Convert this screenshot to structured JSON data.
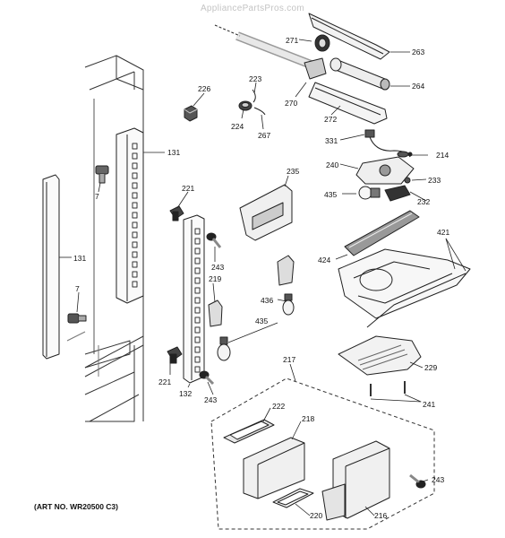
{
  "watermark": "AppliancePartsPros.com",
  "art_number": "(ART NO. WR20500 C3)",
  "callouts": [
    {
      "id": "c263",
      "text": "263"
    },
    {
      "id": "c271",
      "text": "271"
    },
    {
      "id": "c264",
      "text": "264"
    },
    {
      "id": "c223",
      "text": "223"
    },
    {
      "id": "c226",
      "text": "226"
    },
    {
      "id": "c270",
      "text": "270"
    },
    {
      "id": "c224",
      "text": "224"
    },
    {
      "id": "c267",
      "text": "267"
    },
    {
      "id": "c272",
      "text": "272"
    },
    {
      "id": "c131a",
      "text": "131"
    },
    {
      "id": "c331",
      "text": "331"
    },
    {
      "id": "c214",
      "text": "214"
    },
    {
      "id": "c240",
      "text": "240"
    },
    {
      "id": "c235",
      "text": "235"
    },
    {
      "id": "c233",
      "text": "233"
    },
    {
      "id": "c7a",
      "text": "7"
    },
    {
      "id": "c221a",
      "text": "221"
    },
    {
      "id": "c435a",
      "text": "435"
    },
    {
      "id": "c232",
      "text": "232"
    },
    {
      "id": "c421",
      "text": "421"
    },
    {
      "id": "c243a",
      "text": "243"
    },
    {
      "id": "c424",
      "text": "424"
    },
    {
      "id": "c131b",
      "text": "131"
    },
    {
      "id": "c219",
      "text": "219"
    },
    {
      "id": "c436",
      "text": "436"
    },
    {
      "id": "c7b",
      "text": "7"
    },
    {
      "id": "c435b",
      "text": "435"
    },
    {
      "id": "c229",
      "text": "229"
    },
    {
      "id": "c221b",
      "text": "221"
    },
    {
      "id": "c132",
      "text": "132"
    },
    {
      "id": "c243b",
      "text": "243"
    },
    {
      "id": "c217",
      "text": "217"
    },
    {
      "id": "c241",
      "text": "241"
    },
    {
      "id": "c222",
      "text": "222"
    },
    {
      "id": "c218",
      "text": "218"
    },
    {
      "id": "c243c",
      "text": "243"
    },
    {
      "id": "c220",
      "text": "220"
    },
    {
      "id": "c216",
      "text": "216"
    }
  ]
}
